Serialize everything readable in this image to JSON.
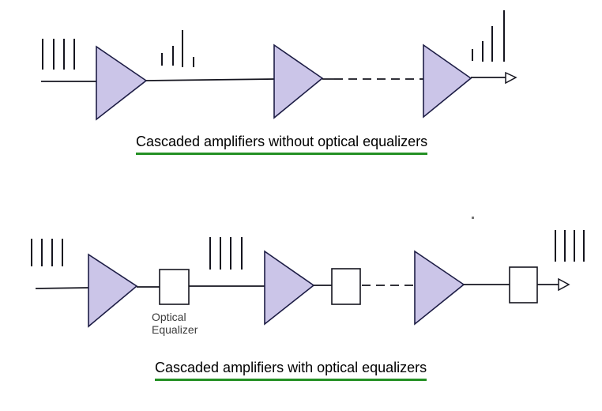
{
  "colors": {
    "background": "#ffffff",
    "amplifier_fill": "#cbc5e8",
    "amplifier_stroke": "#1d1d45",
    "line_color": "#15151f",
    "underline_green": "#249024",
    "caption_text": "#000000",
    "label_text": "#3c3c3c"
  },
  "top_diagram": {
    "caption": "Cascaded amplifiers without optical equalizers",
    "amplifier_count": 3,
    "line_style_between_last_amps": "dashed",
    "spectra": [
      {
        "name": "input-spectrum",
        "bars": 4,
        "profile": "equal heights"
      },
      {
        "name": "after-first-amplifier-spectrum",
        "bars": 4,
        "profile": "uneven tilted gain"
      },
      {
        "name": "output-spectrum",
        "bars": 4,
        "profile": "strongly ascending accumulated tilt"
      }
    ]
  },
  "bottom_diagram": {
    "caption": "Cascaded amplifiers with optical equalizers",
    "amplifier_count": 3,
    "equalizer_count": 3,
    "equalizer_label": {
      "line1": "Optical",
      "line2": "Equalizer"
    },
    "line_style_between_last_amps": "dashed",
    "spectra": [
      {
        "name": "input-spectrum",
        "bars": 4,
        "profile": "equal heights"
      },
      {
        "name": "after-first-equalizer-spectrum",
        "bars": 4,
        "profile": "equal heights"
      },
      {
        "name": "output-spectrum",
        "bars": 4,
        "profile": "equal heights"
      }
    ]
  }
}
